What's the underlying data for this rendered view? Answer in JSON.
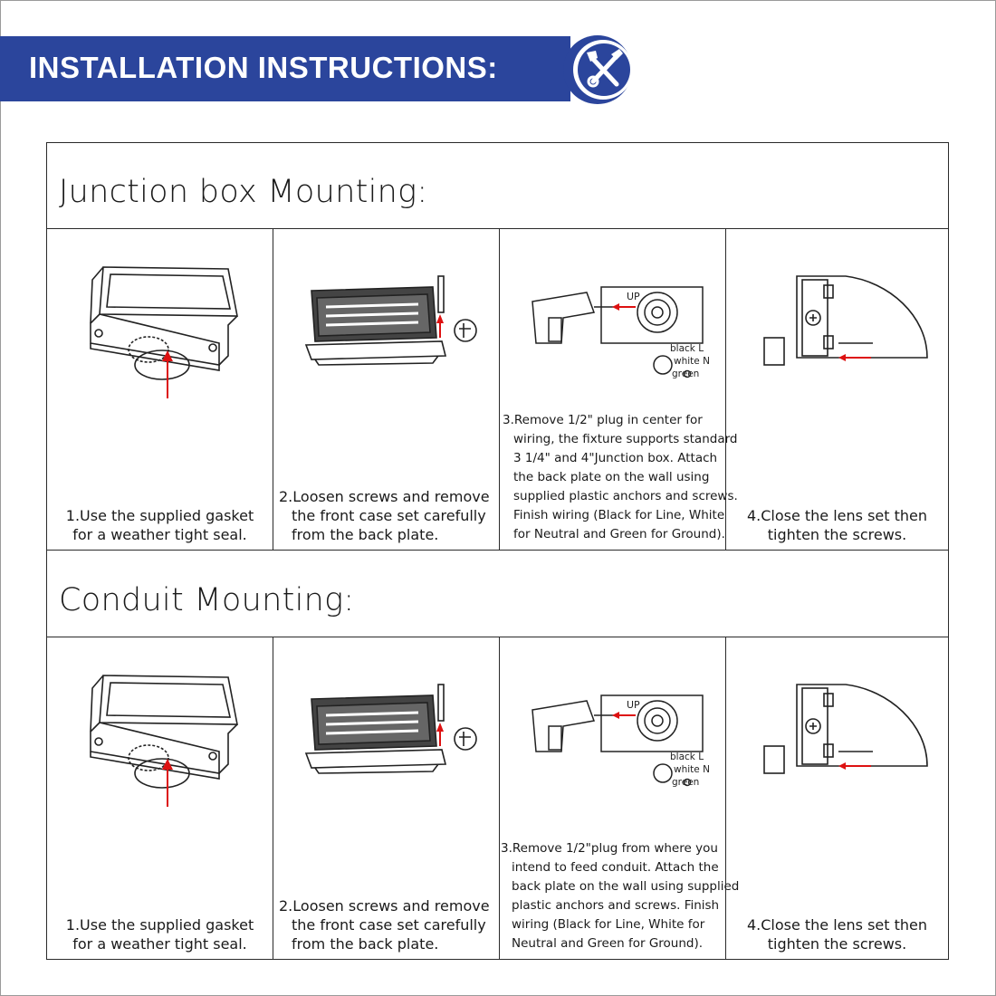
{
  "header": {
    "title": "INSTALLATION INSTRUCTIONS:",
    "brand_color": "#2b459c",
    "icon": "tools-icon"
  },
  "sections": [
    {
      "title": "Junction box Mounting:",
      "steps": [
        {
          "lines": [
            "1.Use the supplied gasket",
            "for a weather tight seal."
          ]
        },
        {
          "lines": [
            "2.Loosen screws and remove",
            "the  front case set carefully",
            "from the  back plate."
          ]
        },
        {
          "lines": [
            "3.Remove 1/2\" plug in center for",
            "wiring, the fixture supports standard",
            "3 1/4\" and 4\"Junction box. Attach",
            "the back plate on the wall using",
            "supplied plastic anchors and screws.",
            "Finish wiring (Black for Line, White",
            "for Neutral and Green for Ground)."
          ],
          "wire_labels": [
            "black L",
            "white N",
            "green"
          ],
          "up_label": "UP"
        },
        {
          "lines": [
            "4.Close the lens set then",
            "tighten the screws."
          ]
        }
      ]
    },
    {
      "title": "Conduit Mounting:",
      "steps": [
        {
          "lines": [
            "1.Use the supplied gasket",
            "for a weather tight seal."
          ]
        },
        {
          "lines": [
            "2.Loosen screws and remove",
            "the  front case set carefully",
            "from the  back plate."
          ]
        },
        {
          "lines": [
            "3.Remove 1/2\"plug from where you",
            "intend to feed conduit. Attach the",
            "back plate on the wall using supplied",
            "plastic anchors and screws. Finish",
            "wiring (Black for Line, White for",
            "Neutral and Green for Ground)."
          ],
          "wire_labels": [
            "black L",
            "white N",
            "green"
          ],
          "up_label": "UP"
        },
        {
          "lines": [
            "4.Close the lens set then",
            "tighten the screws."
          ]
        }
      ]
    }
  ]
}
